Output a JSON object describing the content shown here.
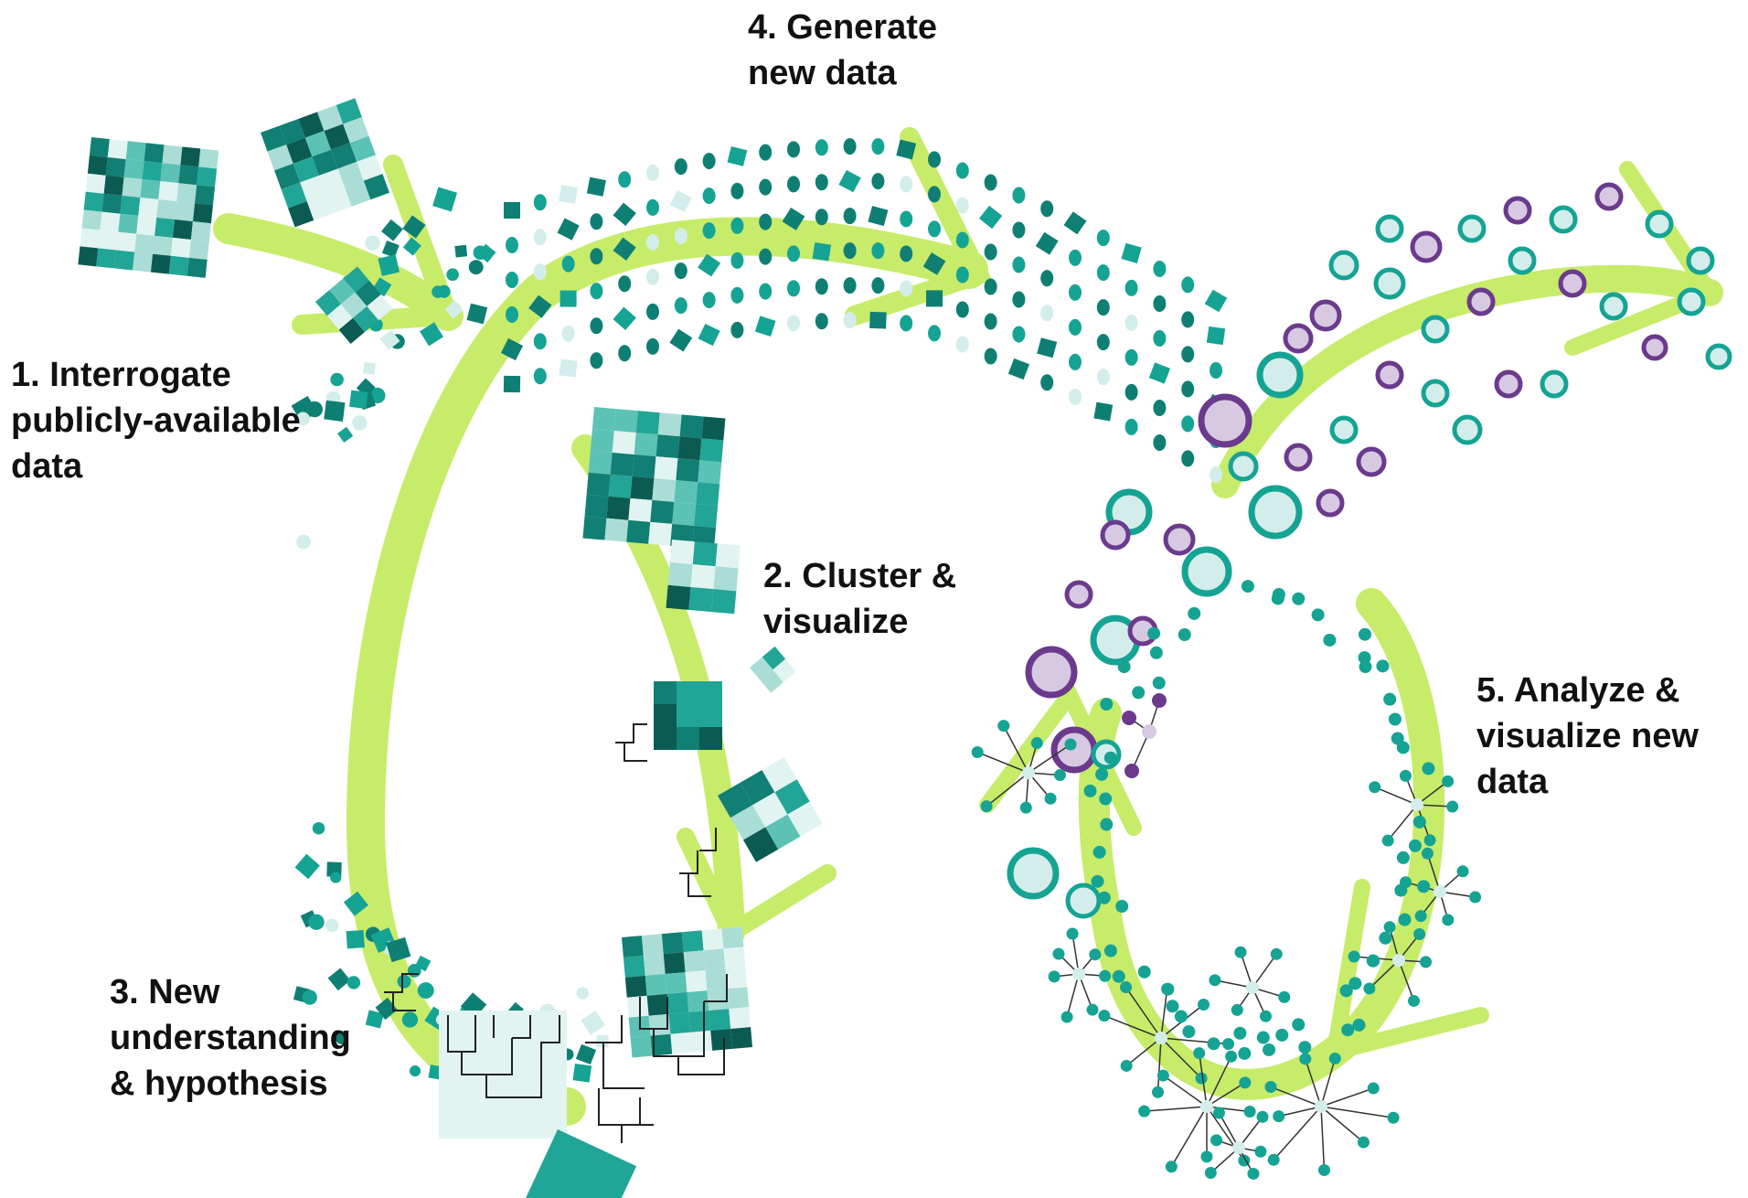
{
  "colors": {
    "arrow": "#c7ec6a",
    "teal_dark": "#0f7f74",
    "teal": "#15a394",
    "teal_light": "#d3eeea",
    "purple": "#6b3a8c",
    "purple_light": "#d8c9e2",
    "text": "#111111"
  },
  "steps": [
    {
      "id": "interrogate",
      "lines": [
        "1. Interrogate",
        "publicly-available",
        "data"
      ]
    },
    {
      "id": "cluster",
      "lines": [
        "2. Cluster &",
        "visualize"
      ]
    },
    {
      "id": "hypothesis",
      "lines": [
        "3. New",
        "understanding",
        "& hypothesis"
      ]
    },
    {
      "id": "generate",
      "lines": [
        "4. Generate",
        "new data"
      ]
    },
    {
      "id": "analyze",
      "lines": [
        "5. Analyze &",
        "visualize new",
        "data"
      ]
    }
  ],
  "icons": [
    "heatmap-icon",
    "dendrogram-icon",
    "network-graph-icon",
    "data-point-icon"
  ]
}
